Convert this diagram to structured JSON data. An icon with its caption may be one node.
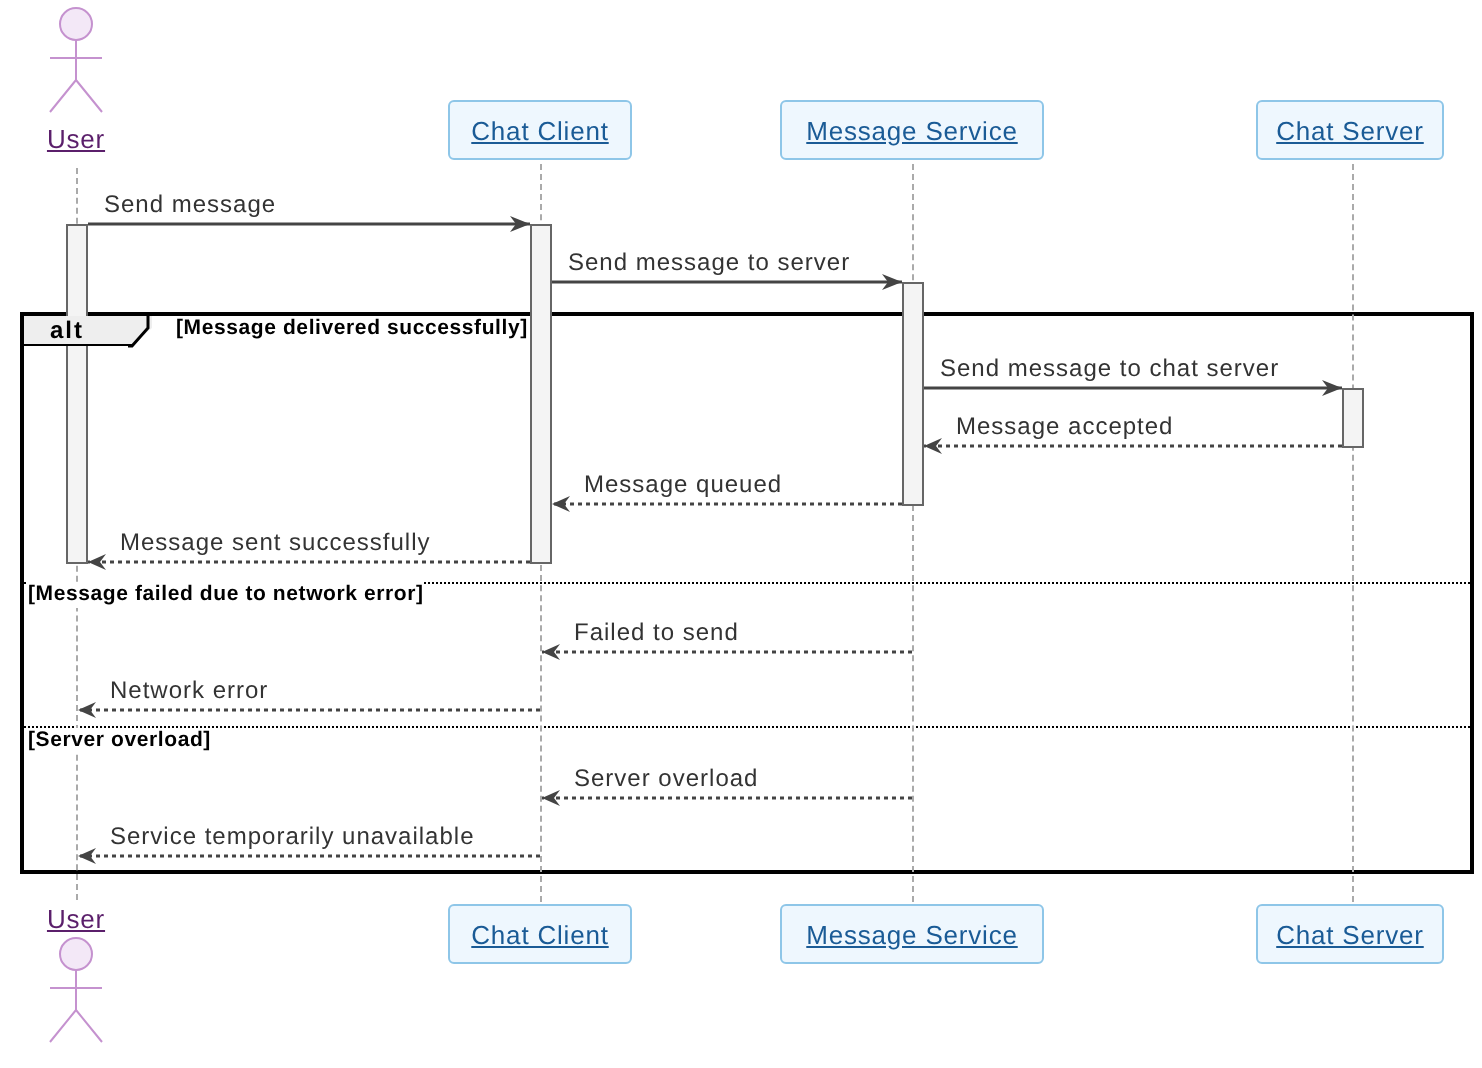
{
  "diagram": {
    "nodes": [
      {
        "text": [
          "User"
        ]
      },
      {
        "text": [
          "Chat Client"
        ]
      },
      {
        "text": [
          "Message Service"
        ]
      },
      {
        "text": [
          "Chat Server"
        ]
      },
      {
        "text": [],
        "shape": "bar"
      },
      {
        "text": [],
        "shape": "bar"
      },
      {
        "text": [],
        "shape": "bar"
      },
      {
        "text": [],
        "shape": "bar"
      },
      {
        "text": [
          "User"
        ]
      },
      {
        "text": [
          "Chat Client"
        ]
      },
      {
        "text": [
          "Message Service"
        ]
      },
      {
        "text": [
          "Chat Server"
        ]
      },
      {
        "text": [],
        "shape": "line"
      },
      {
        "text": [],
        "shape": "line"
      },
      {
        "text": [],
        "shape": "line"
      },
      {
        "text": [],
        "shape": "line"
      }
    ],
    "edges": [
      {
        "from": 4,
        "to": 5,
        "arrow": "to",
        "label": "Send message"
      },
      {
        "from": 5,
        "to": 6,
        "arrow": "to",
        "label": "Send message to server"
      },
      {
        "from": 6,
        "to": 7,
        "arrow": "to",
        "label": "Send message to chat server"
      },
      {
        "from": 7,
        "to": 6,
        "arrow": "to",
        "label": "Message accepted",
        "style": "dashed"
      },
      {
        "from": 6,
        "to": 5,
        "arrow": "to",
        "label": "Message queued",
        "style": "dashed"
      },
      {
        "from": 5,
        "to": 4,
        "arrow": "to",
        "label": "Message sent successfully",
        "style": "dashed"
      },
      {
        "from": 14,
        "to": 13,
        "arrow": "to",
        "label": "Failed to send",
        "style": "dashed"
      },
      {
        "from": 13,
        "to": 12,
        "arrow": "to",
        "label": "Network error",
        "style": "dashed"
      },
      {
        "from": 14,
        "to": 13,
        "arrow": "to",
        "label": "Server overload",
        "style": "dashed"
      },
      {
        "from": 13,
        "to": 12,
        "arrow": "to",
        "label": "Service temporarily unavailable",
        "style": "dashed"
      }
    ],
    "labels": [
      "alt",
      "[Message delivered successfully]",
      "[Message failed due to network error]",
      "[Server overload]"
    ]
  }
}
